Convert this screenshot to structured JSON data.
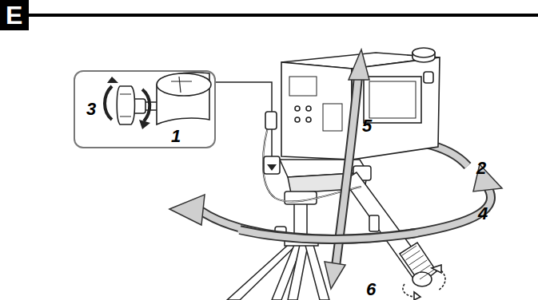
{
  "diagram": {
    "nodes": [
      {
        "text": [
          "E"
        ]
      },
      {
        "text": [
          "3",
          "1"
        ]
      }
    ],
    "labels": [
      "5",
      "2",
      "4",
      "6"
    ]
  }
}
